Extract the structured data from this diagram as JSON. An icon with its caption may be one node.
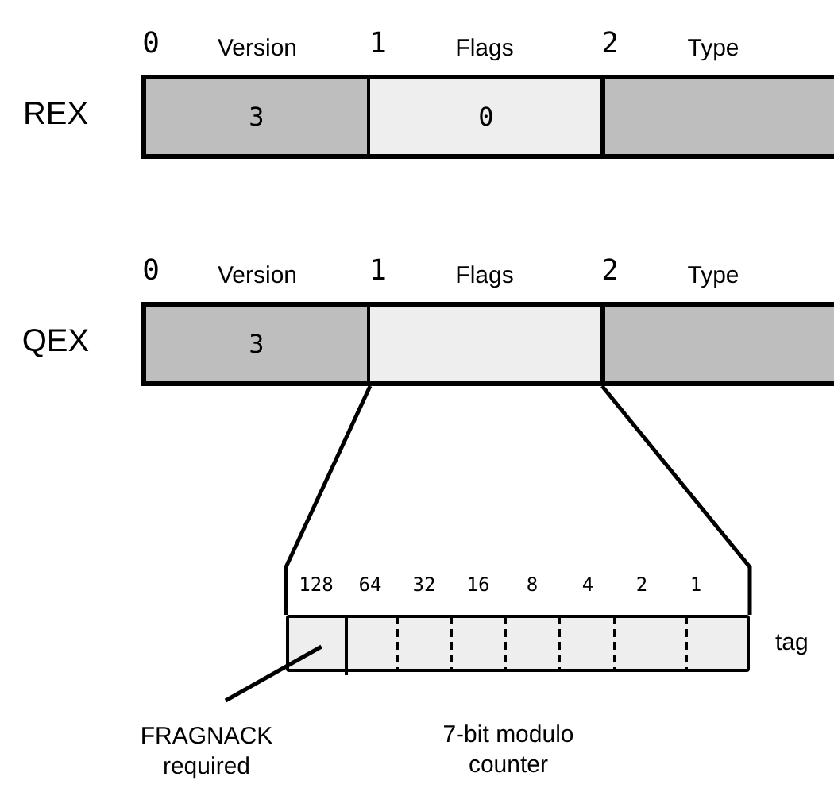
{
  "diagram": {
    "nodes": [
      {
        "text": [
          "3"
        ],
        "beside": [
          "Version"
        ]
      },
      {
        "text": [
          "0"
        ],
        "beside": [
          "Flags"
        ]
      },
      {
        "text": [],
        "shape": "box",
        "beside": [
          "Type"
        ]
      },
      {
        "text": [
          "3"
        ],
        "beside": [
          "Version"
        ]
      },
      {
        "text": [],
        "shape": "box",
        "beside": [
          "Flags"
        ]
      },
      {
        "text": [],
        "shape": "box",
        "beside": [
          "Type"
        ]
      },
      {
        "text": [],
        "shape": "bar",
        "beside": [
          "tag"
        ]
      },
      {
        "text": [],
        "shape": "box",
        "in": 6
      },
      {
        "text": [
          "FRAGNACK required"
        ]
      }
    ],
    "edges": [
      {
        "from": 4,
        "to": 6,
        "arrow": "none"
      },
      {
        "from": 4,
        "to": 6,
        "arrow": "none"
      },
      {
        "from": 8,
        "to": 7,
        "arrow": "none"
      }
    ],
    "labels": [
      "0",
      "1",
      "2",
      "REX",
      "0",
      "1",
      "2",
      "QEX",
      "128",
      "64",
      "32",
      "16",
      "8",
      "4",
      "2",
      "1",
      "7-bit modulo counter"
    ]
  }
}
